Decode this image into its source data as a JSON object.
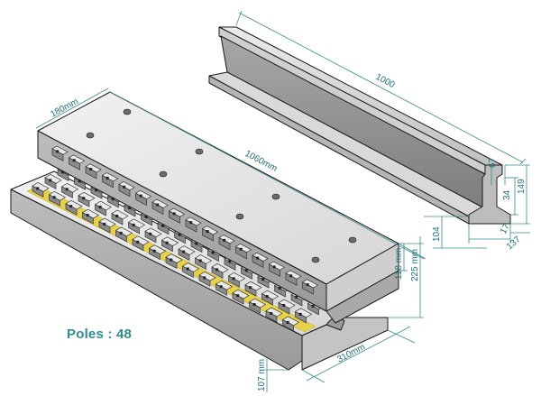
{
  "colors": {
    "dimension": "#3a8b8b",
    "dimension_text": "#1f6f78",
    "poles_label": "#2e8e8e",
    "steel_light": "#e4e4e4",
    "steel_mid": "#c9c9c9",
    "steel_dark": "#8f8f8f",
    "coil_yellow": "#e6d24a"
  },
  "labels": {
    "poles": "Poles : 48"
  },
  "dimensions": {
    "rail_length": "1000",
    "rail_head_width": "67",
    "rail_height": "149",
    "rail_web": "34",
    "rail_base_thickness": "17",
    "rail_foot_width": "137",
    "rail_offset": "104",
    "magnet_width": "180mm",
    "magnet_length": "1060mm",
    "upper_height": "118 mm",
    "total_height": "225 mm",
    "base_width": "310mm",
    "base_height": "107 mm"
  }
}
